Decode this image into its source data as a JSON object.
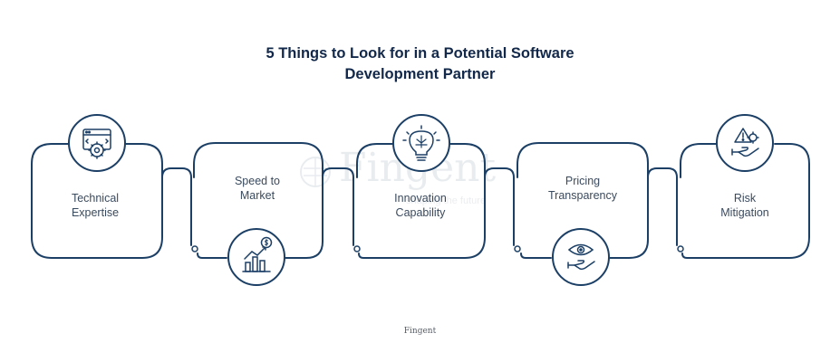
{
  "title": {
    "line1": "5 Things to Look for in a Potential Software",
    "line2": "Development Partner"
  },
  "cards": [
    {
      "line1": "Technical",
      "line2": "Expertise",
      "icon": "gear-code-icon"
    },
    {
      "line1": "Speed to",
      "line2": "Market",
      "icon": "chart-dollar-icon"
    },
    {
      "line1": "Innovation",
      "line2": "Capability",
      "icon": "lightbulb-icon"
    },
    {
      "line1": "Pricing",
      "line2": "Transparency",
      "icon": "eye-hand-icon"
    },
    {
      "line1": "Risk",
      "line2": "Mitigation",
      "icon": "warning-hand-icon"
    }
  ],
  "watermark": {
    "word": "Fingent",
    "tagline": "shaping the future"
  },
  "footer": "Fingent",
  "colors": {
    "line": "#1c3f66",
    "title": "#12284a",
    "text": "#3a4a5e"
  }
}
